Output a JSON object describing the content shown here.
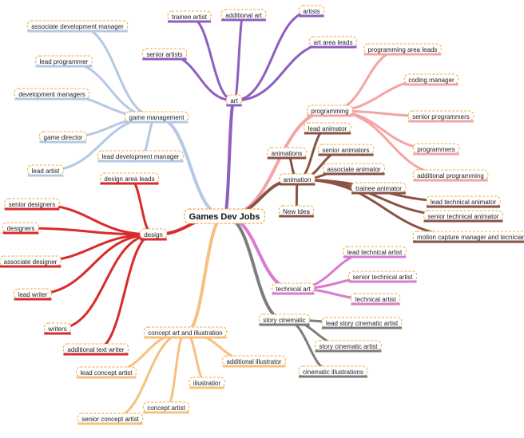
{
  "root": {
    "label": "Games Dev Jobs"
  },
  "colors": {
    "art": "#8e5fc0",
    "programming": "#f4a4a4",
    "animation": "#8a5346",
    "technical_art": "#d97bd0",
    "story": "#7d7d7d",
    "concept": "#f8c07f",
    "design": "#d92b2b",
    "management": "#b4c9e6",
    "box_border": "#f2a93b"
  },
  "branches": [
    {
      "key": "art",
      "label": "art",
      "children": [
        "trainee artist",
        "additional art",
        "artists",
        "senior artists",
        "art area leads"
      ]
    },
    {
      "key": "programming",
      "label": "programming",
      "children": [
        "programming area leads",
        "coding manager",
        "senior programmers",
        "programmers",
        "additional programming"
      ]
    },
    {
      "key": "animation",
      "label": "animation",
      "children": [
        "animations",
        "lead animator",
        "senior animators",
        "associate animator",
        "trainee animator",
        "lead technical animator",
        "senior technical animator",
        "motion capture manager and tecnician",
        "New Idea"
      ]
    },
    {
      "key": "technical_art",
      "label": "technical art",
      "children": [
        "lead technical artist",
        "senior technical artist",
        "technical artist"
      ]
    },
    {
      "key": "story",
      "label": "story cinematic",
      "children": [
        "lead story cinematic artist",
        "story cinematic artist",
        "cinematic illustrations"
      ]
    },
    {
      "key": "concept",
      "label": "concept art and illustration",
      "children": [
        "additional illustrator",
        "illustratior",
        "concept artist",
        "lead concept artist",
        "senior concept artist"
      ]
    },
    {
      "key": "design",
      "label": "design",
      "children": [
        "design area leads",
        "senior designers",
        "designers",
        "associate designer",
        "lead writer",
        "writers",
        "additional text writer"
      ]
    },
    {
      "key": "management",
      "label": "game management",
      "children": [
        "associate development manager",
        "lead programmer",
        "development managers",
        "game director",
        "lead development manager",
        "lead artist"
      ]
    }
  ]
}
